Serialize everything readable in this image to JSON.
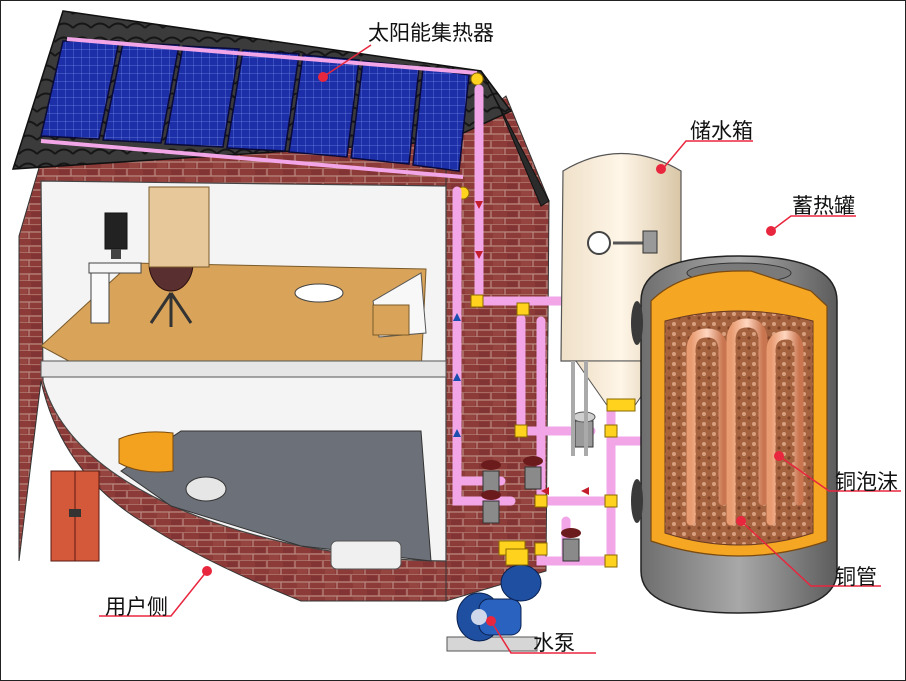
{
  "labels": {
    "collector": "太阳能集热器",
    "water_tank": "储水箱",
    "storage_tank": "蓄热罐",
    "copper_foam": "铜泡沫",
    "copper_tube": "铜管",
    "user_side": "用户侧",
    "pump": "水泵"
  },
  "colors": {
    "roof_tile": "#3a3a3a",
    "solar_panel": "#1d2fa8",
    "brick": "#8a3a3a",
    "floor_wood": "#d9a45a",
    "pipe": "#f2a6e8",
    "valve": "#6b1b1b",
    "tank_shell": "#f4e8d4",
    "insulation": "#f5a623",
    "copper_foam": "#b8704a",
    "copper_tube": "#f2b08c",
    "pump_body": "#1e4fa0",
    "leader": "#e8263e"
  }
}
